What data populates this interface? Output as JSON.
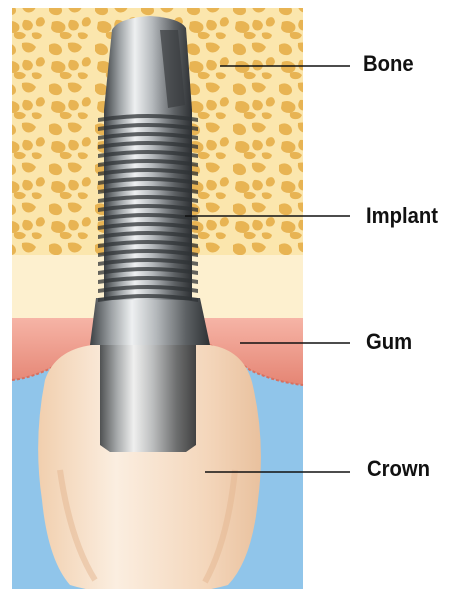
{
  "labels": {
    "bone": "Bone",
    "implant": "Implant",
    "gum": "Gum",
    "crown": "Crown"
  },
  "colors": {
    "bone_background": "#fbe6ad",
    "bone_lower": "#fdf0cf",
    "bone_pore": "#e8b453",
    "gum": "#f1a093",
    "gum_dark": "#e27f74",
    "background_blue": "#90c5ea",
    "crown": "#f6dcc2",
    "metal": "#8c9093",
    "label_text": "#111111",
    "leader_line": "#111111"
  }
}
